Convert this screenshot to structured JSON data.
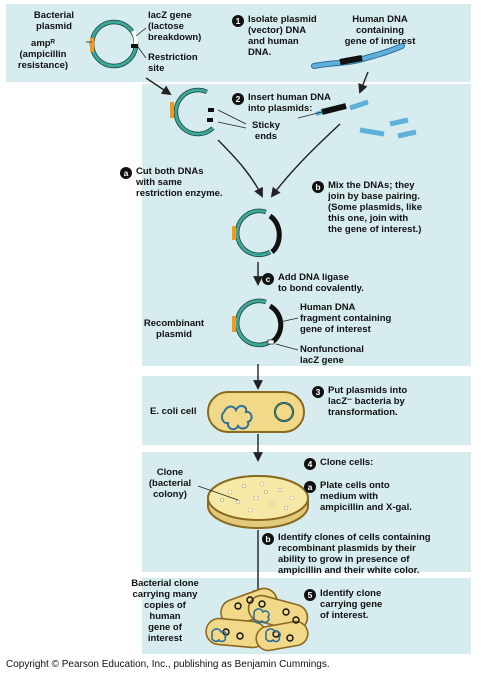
{
  "steps": {
    "s1": {
      "marker": "1",
      "text": "Isolate plasmid\n(vector) DNA\nand human\nDNA."
    },
    "s2": {
      "marker": "2",
      "text": "Insert human DNA\ninto plasmids:"
    },
    "sa": {
      "marker": "a",
      "text": "Cut both DNAs\nwith same\nrestriction enzyme."
    },
    "sb": {
      "marker": "b",
      "text": "Mix the DNAs; they\njoin by base pairing.\n(Some plasmids, like\nthis one, join with\nthe gene of interest.)"
    },
    "sc": {
      "marker": "c",
      "text": "Add DNA ligase\nto bond covalently."
    },
    "s3": {
      "marker": "3",
      "text": "Put plasmids into\nlacZ⁻ bacteria by\ntransformation."
    },
    "s4": {
      "marker": "4",
      "text": "Clone cells:"
    },
    "s4a": {
      "marker": "a",
      "text": "Plate cells onto\nmedium with\nampicillin and X-gal."
    },
    "s4b": {
      "marker": "b",
      "text": "Identify clones of cells containing\nrecombinant plasmids by their\nability to grow in presence of\nampicillin and their white color."
    },
    "s5": {
      "marker": "5",
      "text": "Identify clone\ncarrying gene\nof interest."
    }
  },
  "labels": {
    "bacterial_plasmid": "Bacterial\nplasmid",
    "lacz_gene": "lacZ gene\n(lactose\nbreakdown)",
    "ampr": "ampᴿ\n(ampicillin\nresistance)",
    "restriction_site": "Restriction\nsite",
    "human_dna": "Human DNA\ncontaining\ngene of interest",
    "sticky_ends": "Sticky\nends",
    "recombinant_plasmid": "Recombinant\nplasmid",
    "human_fragment": "Human DNA\nfragment containing\ngene of interest",
    "nonfunctional_lacz": "Nonfunctional\nlacZ gene",
    "ecoli": "E. coli cell",
    "clone": "Clone\n(bacterial\ncolony)",
    "bacterial_clone": "Bacterial clone\ncarrying many\ncopies of\nhuman\ngene of\ninterest"
  },
  "copyright": "Copyright © Pearson Education, Inc., publishing as Benjamin Cummings.",
  "colors": {
    "panel": "#d6ecef",
    "plasmid_green": "#3aa89a",
    "amp_orange": "#f29a1e",
    "human_dna_blue": "#5fb0dd",
    "cell_yellow": "#f2d98a",
    "cell_outline": "#8a6a1f",
    "arrow": "#222222"
  }
}
